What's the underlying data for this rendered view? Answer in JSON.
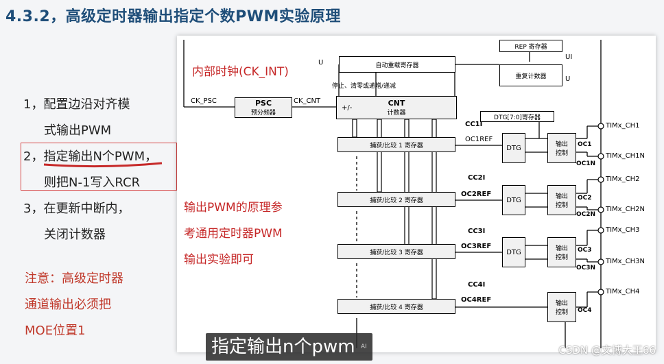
{
  "title": "4.3.2，高级定时器输出指定个数PWM实验原理",
  "steps": [
    {
      "line1": "1，配置边沿对齐模",
      "line2": "式输出PWM"
    },
    {
      "line1": "2，指定输出N个PWM，",
      "line2": "则把N-1写入RCR"
    },
    {
      "line1": "3，在更新中断内，",
      "line2": "关闭计数器"
    }
  ],
  "note": [
    "注意：高级定时器",
    "通道输出必须把",
    "MOE位置1"
  ],
  "overlay_text": {
    "internal_clock": "内部时钟(CK_INT)",
    "explain": [
      "输出PWM的原理参",
      "考通用定时器PWM",
      "输出实验即可"
    ]
  },
  "diagram": {
    "auto_reload": "自动重载寄存器",
    "rep_reg": "REP 寄存器",
    "rep_counter": "重复计数器",
    "stop_text": "停止、清零或递增/递减",
    "psc_name": "PSC",
    "psc_sub": "预分频器",
    "ck_psc": "CK_PSC",
    "ck_cnt": "CK_CNT",
    "cnt_name": "CNT",
    "cnt_sub": "计数器",
    "updown": "+/-",
    "u": "U",
    "ui": "UI",
    "dtg_reg": "DTG[7:0]寄存器",
    "dtg": "DTG",
    "out_ctrl": "输出\n控制",
    "capture": [
      "捕获/比较 1 寄存器",
      "捕获/比较 2 寄存器",
      "捕获/比较 3 寄存器",
      "捕获/比较 4 寄存器"
    ],
    "cci": [
      "CC1I",
      "CC2I",
      "CC3I",
      "CC4I"
    ],
    "ocref": [
      "OC1REF",
      "OC2REF",
      "OC3REF",
      "OC4REF"
    ],
    "oc": [
      "OC1",
      "OC2",
      "OC3",
      "OC4"
    ],
    "ocn": [
      "OC1N",
      "OC2N",
      "OC3N"
    ],
    "channels": [
      "TIMx_CH1",
      "TIMx_CH1N",
      "TIMx_CH2",
      "TIMx_CH2N",
      "TIMx_CH3",
      "TIMx_CH3N",
      "TIMx_CH4"
    ]
  },
  "subtitle": "指定输出n个pwm",
  "subtitle_badge": "AI",
  "watermark": "CSDN @文博大王66"
}
